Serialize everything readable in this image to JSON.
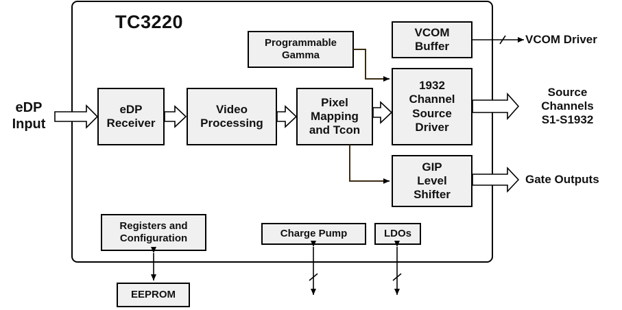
{
  "chip": {
    "title": "TC3220"
  },
  "blocks": {
    "edp_receiver": "eDP\nReceiver",
    "video_processing": "Video\nProcessing",
    "pixel_mapping": "Pixel\nMapping\nand Tcon",
    "programmable_gamma": "Programmable\nGamma",
    "vcom_buffer": "VCOM\nBuffer",
    "source_driver": "1932\nChannel\nSource\nDriver",
    "gip_shifter": "GIP\nLevel\nShifter",
    "registers": "Registers and\nConfiguration",
    "charge_pump": "Charge Pump",
    "ldos": "LDOs",
    "eeprom": "EEPROM"
  },
  "external": {
    "edp_input": "eDP\nInput",
    "vcom_driver": "VCOM Driver",
    "source_channels": "Source\nChannels\nS1-S1932",
    "gate_outputs": "Gate Outputs"
  },
  "colors": {
    "block_fill": "#f0f0f0",
    "line": "#000000",
    "wire": "#3a2a10"
  }
}
